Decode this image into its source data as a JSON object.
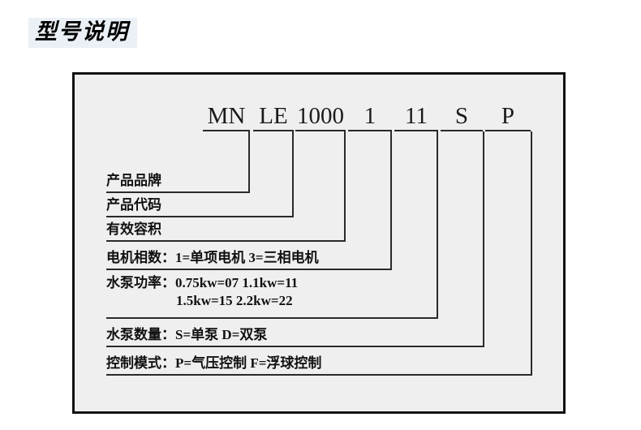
{
  "section": {
    "title": "型号说明"
  },
  "model_code": {
    "segments": [
      {
        "text": "MN",
        "name": "code-segment-brand"
      },
      {
        "text": "LE",
        "name": "code-segment-product"
      },
      {
        "text": "1000",
        "name": "code-segment-volume"
      },
      {
        "text": "1",
        "name": "code-segment-phase"
      },
      {
        "text": "11",
        "name": "code-segment-power"
      },
      {
        "text": "S",
        "name": "code-segment-pump-count"
      },
      {
        "text": "P",
        "name": "code-segment-control-mode"
      }
    ]
  },
  "legend": {
    "rows": [
      {
        "label": "产品品牌",
        "value": ""
      },
      {
        "label": "产品代码",
        "value": ""
      },
      {
        "label": "有效容积",
        "value": ""
      },
      {
        "label": "电机相数：",
        "value": "1=单项电机  3=三相电机"
      },
      {
        "label": "水泵功率：",
        "value": "0.75kw=07  1.1kw=11",
        "value2": "1.5kw=15   2.2kw=22"
      },
      {
        "label": "水泵数量：",
        "value": "S=单泵    D=双泵"
      },
      {
        "label": "控制模式：",
        "value": "P=气压控制  F=浮球控制"
      }
    ]
  },
  "colors": {
    "title_highlight": "#eaf0f6",
    "panel_background": "#efefef",
    "panel_border": "#111111",
    "line": "#2a2a2a",
    "text": "#111111"
  }
}
